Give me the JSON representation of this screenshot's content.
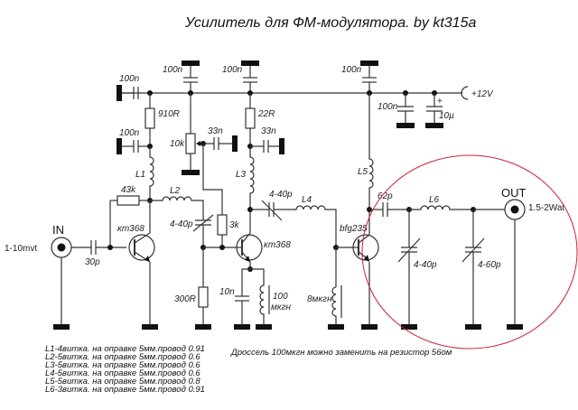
{
  "title": "Усилитель для ФМ-модулятора. by kt315a",
  "io": {
    "input_label": "IN",
    "input_level": "1-10mvt",
    "output_label": "OUT",
    "output_power": "1.5-2Wat",
    "supply": "+12V"
  },
  "components": {
    "c_in": "30p",
    "r_bias1": "43k",
    "r_supply1": "910R",
    "c_dec1": "100n",
    "c_dec2": "100n",
    "c_dec3": "100n",
    "c_dec4": "100n",
    "c_dec5": "100n",
    "c_supply": "100n",
    "c_elec": "10µ",
    "elec_plus": "+",
    "pot": "10k",
    "c_pot": "33n",
    "r_supply2": "22R",
    "c_byp2": "33n",
    "l1": "L1",
    "l2": "L2",
    "l3": "L3",
    "l4": "L4",
    "l5": "L5",
    "l6": "L6",
    "q1": "кт368",
    "q2": "кт368",
    "q3": "bfg235",
    "c_trim1": "4-40p",
    "c_trim2": "4-40p",
    "c_trim3": "4-40p",
    "c_trim4": "4-60p",
    "r_3k": "3k",
    "r_300": "300R",
    "c_emit": "10n",
    "choke1_a": "100",
    "choke1_b": "мкгн",
    "choke2": "8мкгн",
    "c_out": "62p"
  },
  "coil_notes": [
    "L1-4витка. на оправке 5мм.провод 0.91",
    "L2-5витка. на оправке 5мм.провод 0.6",
    "L3-5витка. на оправке 5мм.провод 0.6",
    "L4-5витка. на оправке 5мм.провод 0.6",
    "L5-5витка. на оправке 5мм.провод 0.8",
    "L6-3витка. на оправке 5мм.провод 0.91"
  ],
  "choke_note": "Дроссель 100мкгн можно заменить на резистор 56ом",
  "colors": {
    "wire": "#333333",
    "highlight_circle": "#cc2233"
  }
}
